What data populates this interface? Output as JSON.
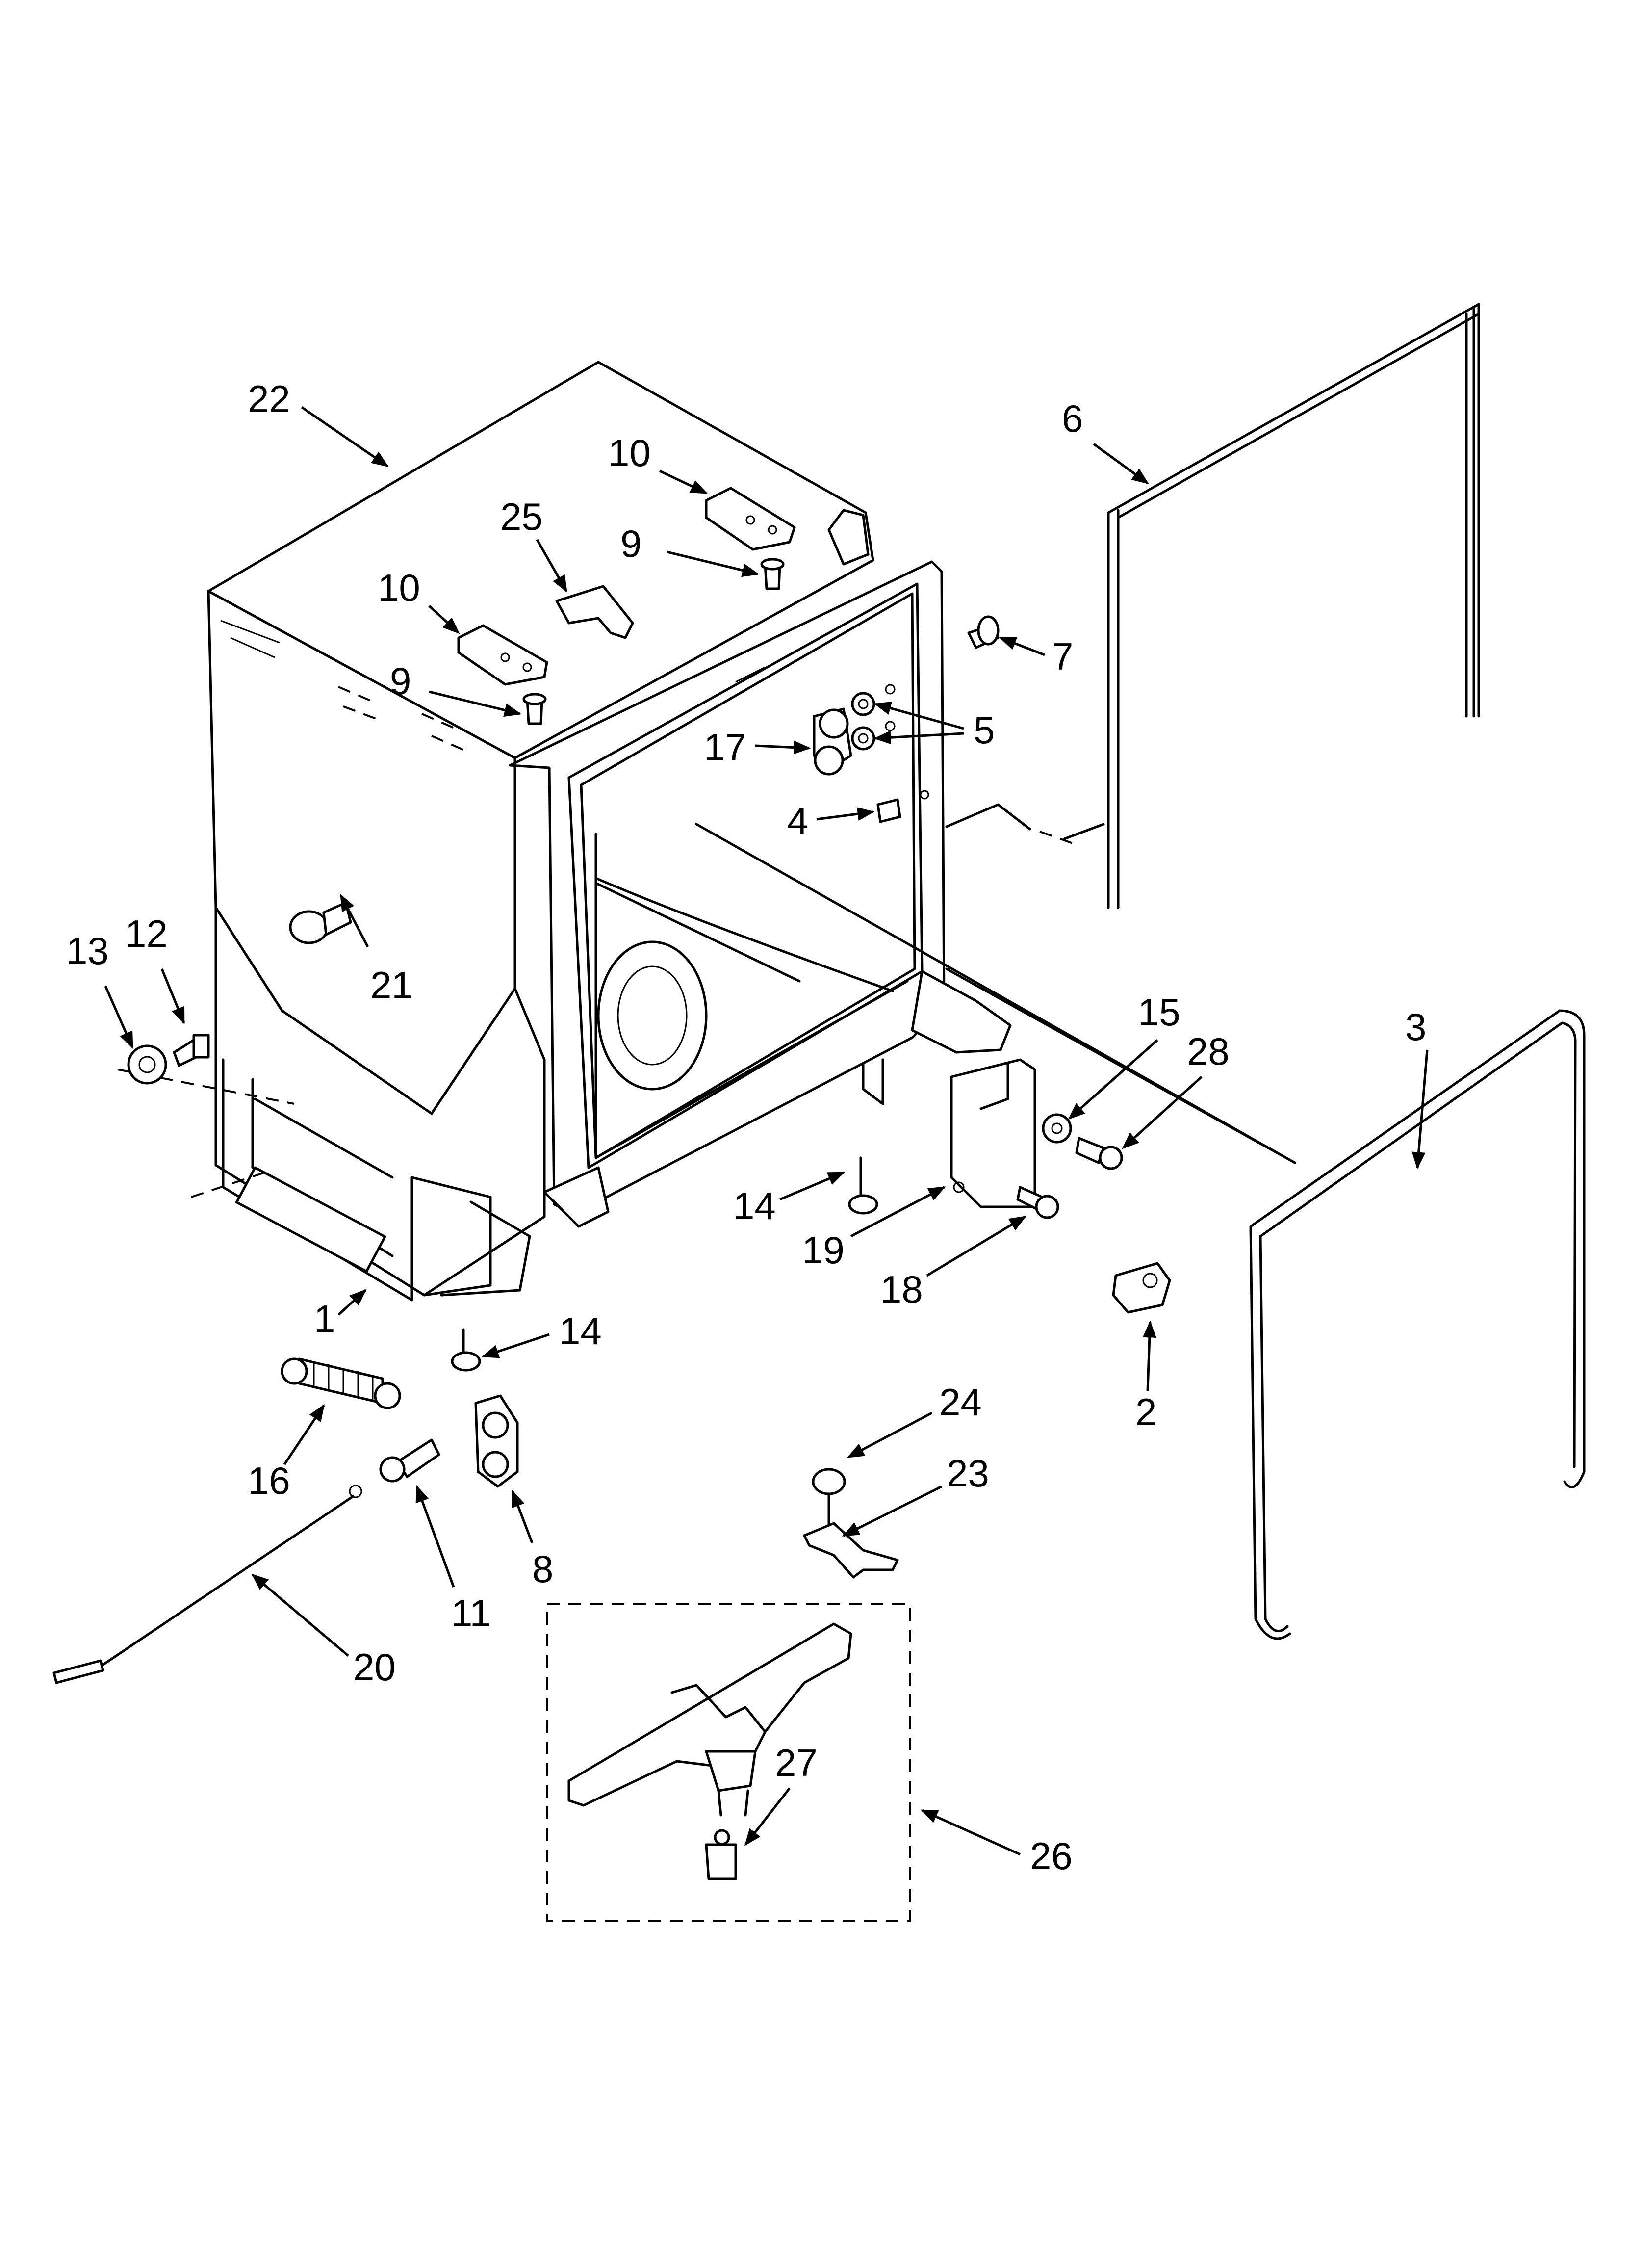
{
  "callouts": [
    {
      "id": "c22a",
      "label": "22"
    },
    {
      "id": "c10a",
      "label": "10"
    },
    {
      "id": "c25",
      "label": "25"
    },
    {
      "id": "c9a",
      "label": "9"
    },
    {
      "id": "c10b",
      "label": "10"
    },
    {
      "id": "c9b",
      "label": "9"
    },
    {
      "id": "c7",
      "label": "7"
    },
    {
      "id": "c5",
      "label": "5"
    },
    {
      "id": "c17",
      "label": "17"
    },
    {
      "id": "c4",
      "label": "4"
    },
    {
      "id": "c6",
      "label": "6"
    },
    {
      "id": "c21",
      "label": "21"
    },
    {
      "id": "c13",
      "label": "13"
    },
    {
      "id": "c12",
      "label": "12"
    },
    {
      "id": "c15",
      "label": "15"
    },
    {
      "id": "c28",
      "label": "28"
    },
    {
      "id": "c3",
      "label": "3"
    },
    {
      "id": "c14a",
      "label": "14"
    },
    {
      "id": "c19",
      "label": "19"
    },
    {
      "id": "c18",
      "label": "18"
    },
    {
      "id": "c1",
      "label": "1"
    },
    {
      "id": "c14b",
      "label": "14"
    },
    {
      "id": "c2",
      "label": "2"
    },
    {
      "id": "c16",
      "label": "16"
    },
    {
      "id": "c8",
      "label": "8"
    },
    {
      "id": "c11",
      "label": "11"
    },
    {
      "id": "c24",
      "label": "24"
    },
    {
      "id": "c23",
      "label": "23"
    },
    {
      "id": "c20",
      "label": "20"
    },
    {
      "id": "c27",
      "label": "27"
    },
    {
      "id": "c26",
      "label": "26"
    }
  ]
}
